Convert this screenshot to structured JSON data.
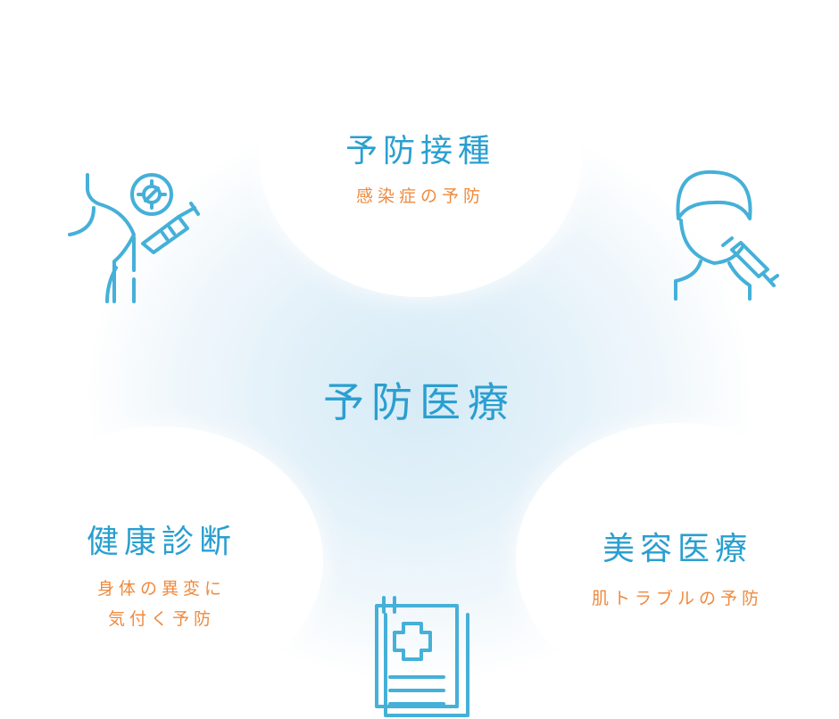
{
  "center_title": "予防医療",
  "items": [
    {
      "title": "予防接種",
      "subtitle": "感染症の予防"
    },
    {
      "title": "健康診断",
      "subtitle_lines": [
        "身体の異変に",
        "気付く予防"
      ]
    },
    {
      "title": "美容医療",
      "subtitle": "肌トラブルの予防"
    }
  ],
  "colors": {
    "title": "#2a9fd0",
    "subtitle": "#ef8a3e",
    "icon": "#45b0d8"
  }
}
